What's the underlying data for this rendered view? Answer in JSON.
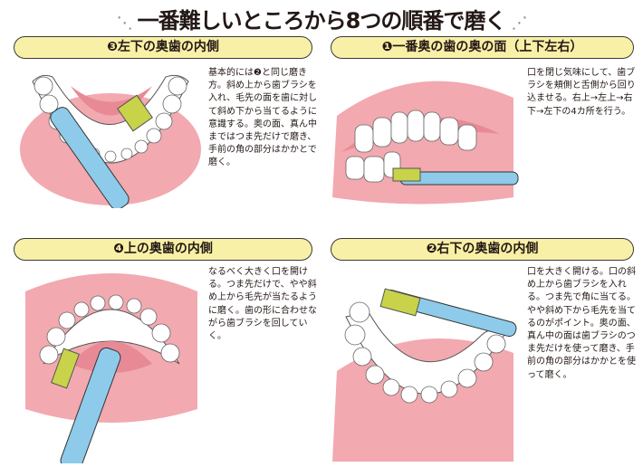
{
  "title": "一番難しいところから8つの順番で磨く",
  "panels": [
    {
      "heading": "❸左下の奥歯の内側",
      "text": "基本的には❷と同じ磨き方。斜め上から歯ブラシを入れ、毛先の面を歯に対して斜め下から当てるように意識する。奥の面、真ん中まではつま先だけで磨き、手前の角の部分はかかとで磨く。"
    },
    {
      "heading": "❶一番奥の歯の奥の面（上下左右）",
      "text": "口を閉じ気味にして、歯ブラシを頬側と舌側から回り込ませる。右上→左上→右下→左下の4カ所を行う。"
    },
    {
      "heading": "❹上の奥歯の内側",
      "text": "なるべく大きく口を開ける。つま先だけで、やや斜め上から毛先が当たるように磨く。歯の形に合わせながら歯ブラシを回していく。"
    },
    {
      "heading": "❷右下の奥歯の内側",
      "text": "口を大きく開ける。口の斜め上から歯ブラシを入れる。つま先で角に当てる。やや斜め下から毛先を当てるのがポイント。奥の面、真ん中の面は歯ブラシのつま先だけを使って磨き、手前の角の部分はかかとを使って磨く。"
    }
  ],
  "colors": {
    "pill": "#f8f0a6",
    "gum": "#f2a9b0",
    "gum_dark": "#e88a95",
    "brush": "#8ecbea",
    "bristle": "#c8d34a"
  }
}
